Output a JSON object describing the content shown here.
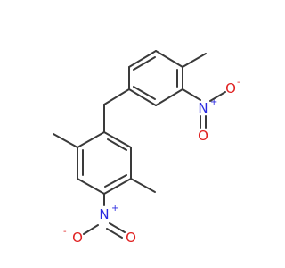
{
  "molecule": {
    "colors": {
      "bond": "#3a3a3a",
      "nitrogen": "#2a2ae0",
      "oxygen": "#e02020",
      "background": "#ffffff"
    },
    "atoms": {
      "nitro_top": {
        "n_symbol": "N",
        "n_charge": "+",
        "o_single_symbol": "O",
        "o_single_charge": "-",
        "o_double_symbol": "O"
      },
      "nitro_bottom": {
        "n_symbol": "N",
        "n_charge": "+",
        "o_single_symbol": "O",
        "o_single_charge": "-",
        "o_double_symbol": "O"
      }
    }
  }
}
